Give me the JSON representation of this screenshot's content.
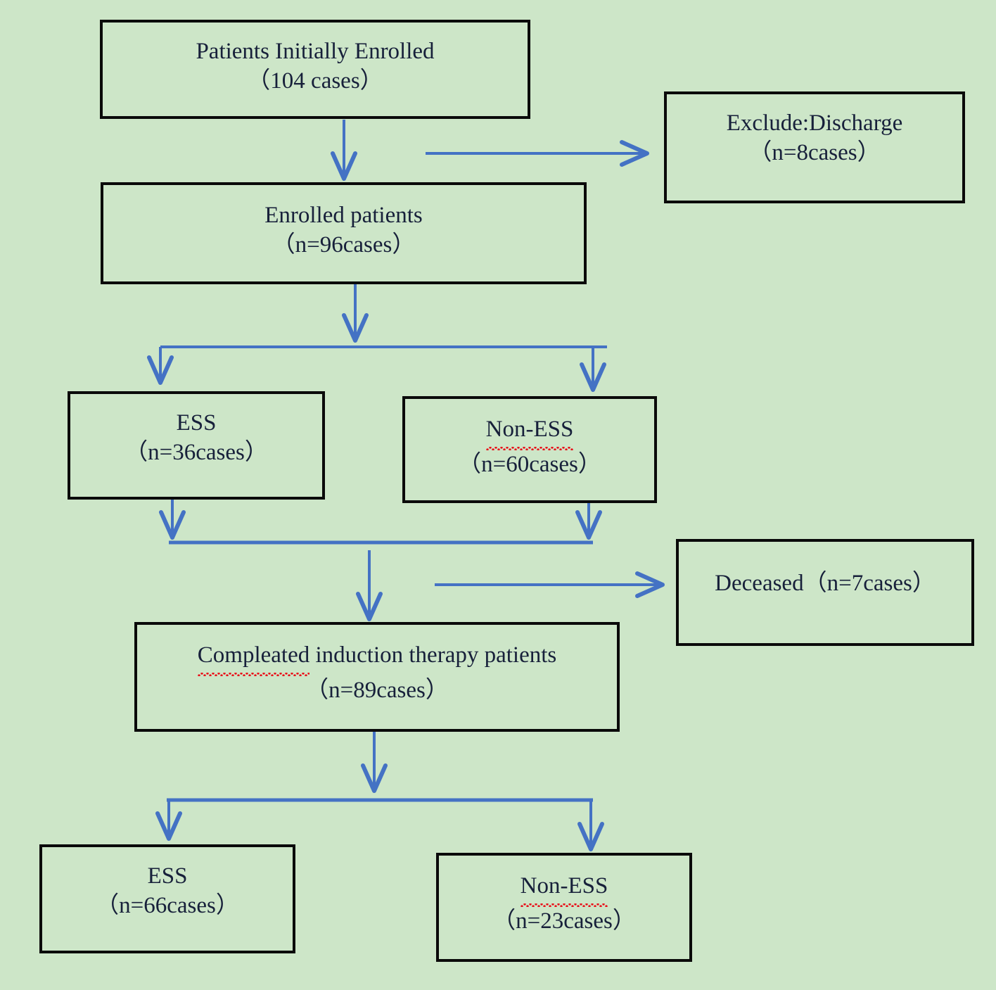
{
  "diagram": {
    "title": "Patient enrollment and treatment flow chart",
    "type": "flowchart",
    "background_color": "#cde6c8",
    "box_border_color": "#0a0a0a",
    "arrow_color": "#4472c4",
    "text_color": "#17203a",
    "spellcheck_underline_color": "#e8111a"
  },
  "nodes": {
    "initial": {
      "line1": "Patients Initially Enrolled",
      "line2": "（104 cases）"
    },
    "exclude": {
      "line1": "Exclude:Discharge",
      "line2": "（n=8cases）"
    },
    "enrolled": {
      "line1": "Enrolled patients",
      "line2": "（n=96cases）"
    },
    "ess_top": {
      "line1": "ESS",
      "line2": "（n=36cases）"
    },
    "noness_top": {
      "line1": "Non-ESS",
      "line2": "（n=60cases）"
    },
    "deceased": {
      "line1": "Deceased（n=7cases）",
      "line2": ""
    },
    "completed": {
      "line1": "Compleated",
      "line1_rest": " induction therapy patients",
      "line2": "（n=89cases）"
    },
    "ess_bottom": {
      "line1": "ESS",
      "line2": "（n=66cases）"
    },
    "noness_bottom": {
      "line1": "Non-ESS",
      "line2": "（n=23cases）"
    }
  }
}
